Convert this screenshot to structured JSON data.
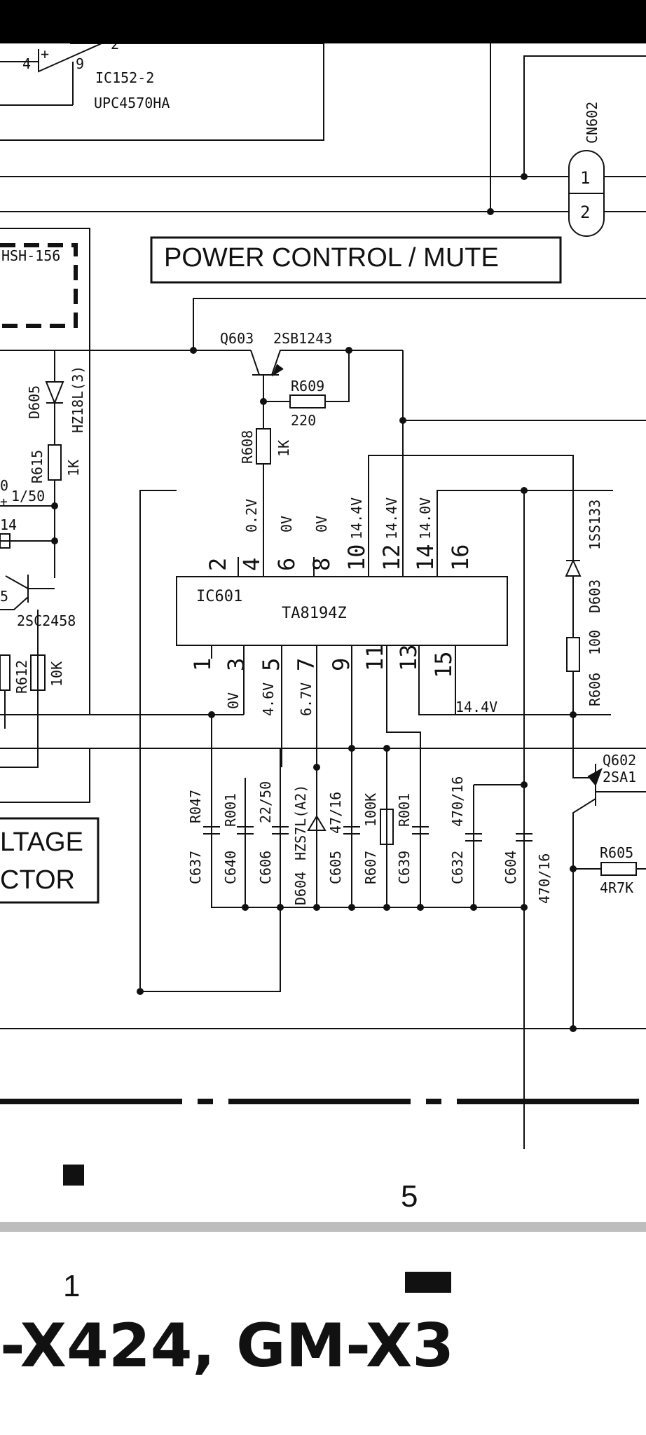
{
  "section_title": "POWER CONTROL / MUTE",
  "ic152": {
    "ref": "IC152-2",
    "part": "UPC4570HA",
    "pin_4": "4",
    "pin_9": "9",
    "pin_2": "2",
    "plus": "+"
  },
  "connector": {
    "ref": "CN602",
    "pin_1": "1",
    "pin_2": "2"
  },
  "hsh_label": "HSH-156",
  "q603": {
    "ref": "Q603",
    "part": "2SB1243"
  },
  "r609": {
    "ref": "R609",
    "value": "220"
  },
  "r608": {
    "ref": "R608",
    "value": "1K"
  },
  "d605": {
    "ref": "D605",
    "part": "HZ18L(3)"
  },
  "r615": {
    "ref": "R615",
    "value": "1K"
  },
  "left_partial": {
    "a": "0",
    "b": "1/50",
    "c": "14",
    "d": "5",
    "plus": "+"
  },
  "q_left_part": "2SC2458",
  "r612": {
    "ref": "R612",
    "value": "10K"
  },
  "ic601": {
    "ref": "IC601",
    "part": "TA8194Z",
    "top_pins": [
      "2",
      "4",
      "6",
      "8",
      "10",
      "12",
      "14",
      "16"
    ],
    "top_volts": [
      "0.2V",
      "0V",
      "0V",
      "14.4V",
      "14.4V",
      "14.0V"
    ],
    "bottom_pins": [
      "1",
      "3",
      "5",
      "7",
      "9",
      "11",
      "13",
      "15"
    ],
    "bottom_volts": [
      "0V",
      "4.6V",
      "6.7V"
    ],
    "right_volt": "14.4V"
  },
  "d603": {
    "ref": "D603",
    "part": "1SS133"
  },
  "r606": {
    "ref": "R606",
    "value": "100"
  },
  "q602": {
    "ref": "Q602",
    "part": "2SA1"
  },
  "r605": {
    "ref": "R605",
    "value": "4R7K"
  },
  "caps": {
    "c637": {
      "ref": "C637",
      "value": "R047"
    },
    "c640": {
      "ref": "C640",
      "value": "R001"
    },
    "c606": {
      "ref": "C606",
      "value": "22/50"
    },
    "d604": {
      "ref": "D604",
      "value": "HZS7L(A2)"
    },
    "c605": {
      "ref": "C605",
      "value": "47/16"
    },
    "r607": {
      "ref": "R607",
      "value": "100K"
    },
    "c639": {
      "ref": "C639",
      "value": "R001"
    },
    "c632": {
      "ref": "C632",
      "value": "470/16"
    },
    "c604": {
      "ref": "C604",
      "value": "470/16"
    }
  },
  "voltage_box": {
    "line1": "LTAGE",
    "line2": "CTOR"
  },
  "grid": {
    "col_1": "1",
    "col_5": "5"
  },
  "footer_models": "-X424, GM-X3"
}
